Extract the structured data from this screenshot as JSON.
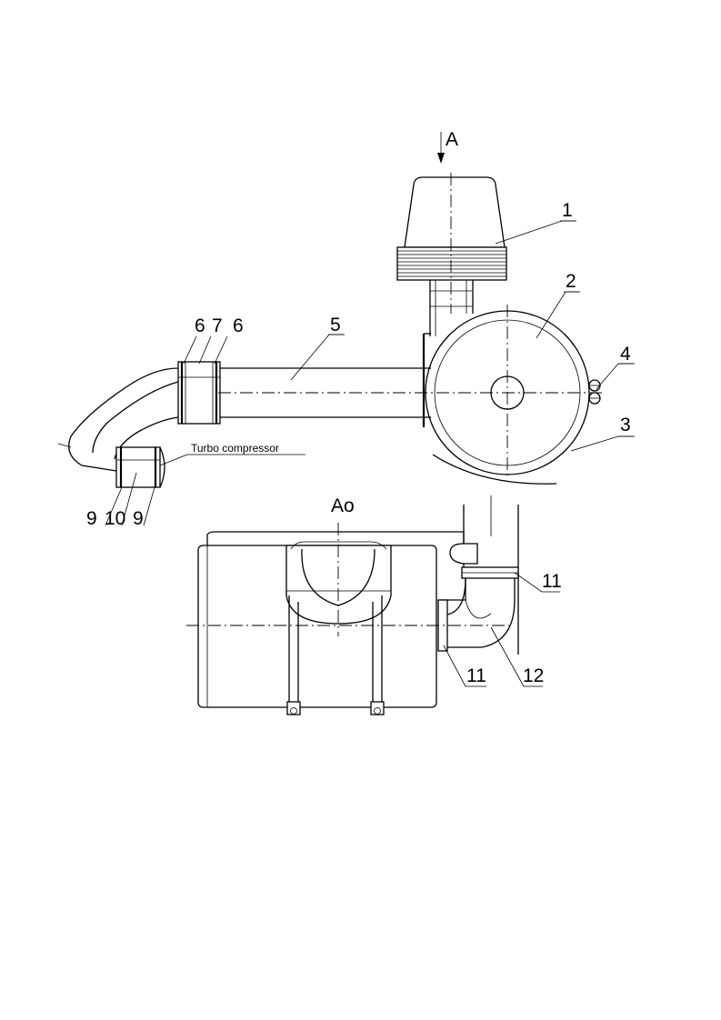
{
  "view_labels": {
    "a": "A",
    "ao": "Ao"
  },
  "annotation": "Turbo compressor",
  "callouts": {
    "c1": "1",
    "c2": "2",
    "c3": "3",
    "c4": "4",
    "c5": "5",
    "c6a": "6",
    "c7": "7",
    "c6b": "6",
    "c9a": "9",
    "c10": "10",
    "c9b": "9",
    "c11a": "11",
    "c11b": "11",
    "c12": "12"
  }
}
